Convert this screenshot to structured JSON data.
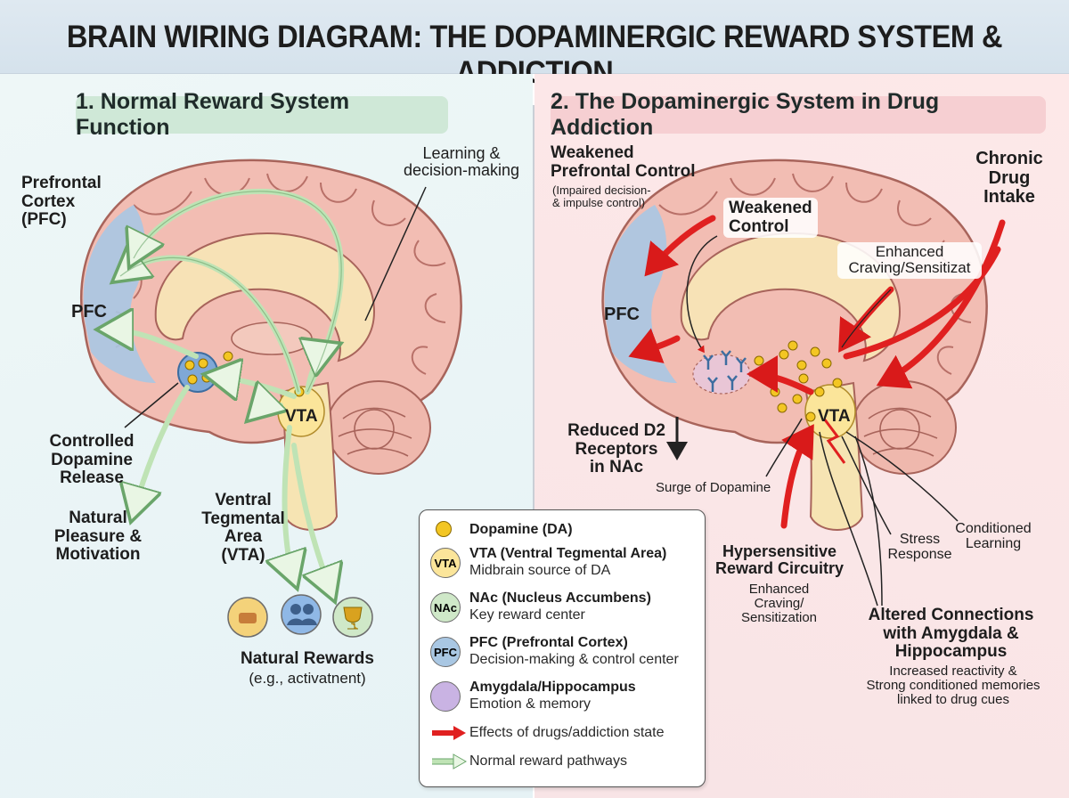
{
  "title": "BRAIN WIRING DIAGRAM: THE DOPAMINERGIC REWARD SYSTEM & ADDICTION",
  "left_panel": {
    "heading": "1. Normal Reward System Function",
    "labels": {
      "learning": "Learning &\ndecision-making",
      "pfc_full": "Prefrontal\nCortex\n(PFC)",
      "pfc": "PFC",
      "vta": "VTA",
      "controlled_release": "Controlled\nDopamine\nRelease",
      "natural_pleasure": "Natural\nPleasure &\nMotivation",
      "vta_full": "Ventral\nTegmental\nArea\n(VTA)",
      "natural_rewards": "Natural Rewards",
      "natural_rewards_sub": "(e.g., activatnent)"
    }
  },
  "right_panel": {
    "heading": "2. The Dopaminergic System in Drug Addiction",
    "labels": {
      "weakened_pfc": "Weakened\nPrefrontal Control",
      "weakened_pfc_sub": "(Impaired decision-\n& impulse control)",
      "weakened_control": "Weakened\nControl",
      "enhanced_craving": "Enhanced\nCraving/Sensitizat",
      "chronic_drug": "Chronic\nDrug\nIntake",
      "pfc": "PFC",
      "vta": "VTA",
      "reduced_d2": "Reduced D2\nReceptors\nin NAc",
      "surge": "Surge of Dopamine",
      "conditioned": "Conditioned\nLearning",
      "stress": "Stress\nResponse",
      "hypersensitive": "Hypersensitive\nReward Circuitry",
      "hypersensitive_sub": "Enhanced\nCraving/\nSensitization",
      "altered": "Altered Connections\nwith Amygdala &\nHippocampus",
      "altered_sub": "Increased reactivity &\nStrong conditioned memories\nlinked to drug cues"
    }
  },
  "legend": {
    "items": [
      {
        "icon": "",
        "title": "Dopamine (DA)",
        "sub": ""
      },
      {
        "icon": "VTA",
        "title": "VTA (Ventral Tegmental Area)",
        "sub": "Midbrain source of DA"
      },
      {
        "icon": "NAc",
        "title": "NAc (Nucleus Accumbens)",
        "sub": "Key reward center"
      },
      {
        "icon": "PFC",
        "title": "PFC (Prefrontal Cortex)",
        "sub": "Decision-making & control center"
      },
      {
        "icon": "",
        "title": "Amygdala/Hippocampus",
        "sub": "Emotion & memory"
      }
    ],
    "drug_effects": "Effects of drugs/addiction state",
    "normal_pathways": "Normal reward pathways"
  },
  "colors": {
    "dopamine": "#f3c623",
    "vta": "#fbe59a",
    "nac": "#cfe8c8",
    "pfc": "#a9c7e3",
    "amygdala": "#c9b3e3",
    "drug_arrow": "#e02020",
    "normal_arrow": "#bfe3b5",
    "brain": "#f1b9b0"
  }
}
